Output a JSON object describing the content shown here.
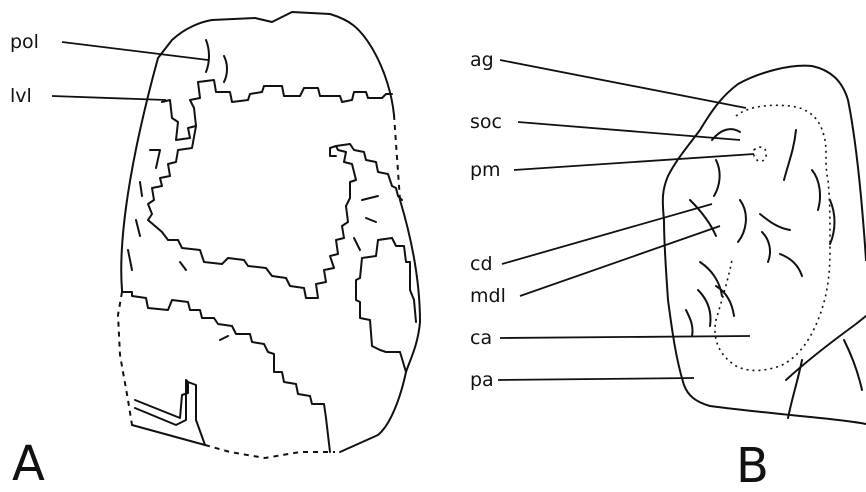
{
  "figure": {
    "panel_a": {
      "letter": "A",
      "labels": [
        "pol",
        "lvl"
      ]
    },
    "panel_b": {
      "letter": "B",
      "labels": [
        "ag",
        "soc",
        "pm",
        "cd",
        "mdl",
        "ca",
        "pa"
      ]
    }
  }
}
